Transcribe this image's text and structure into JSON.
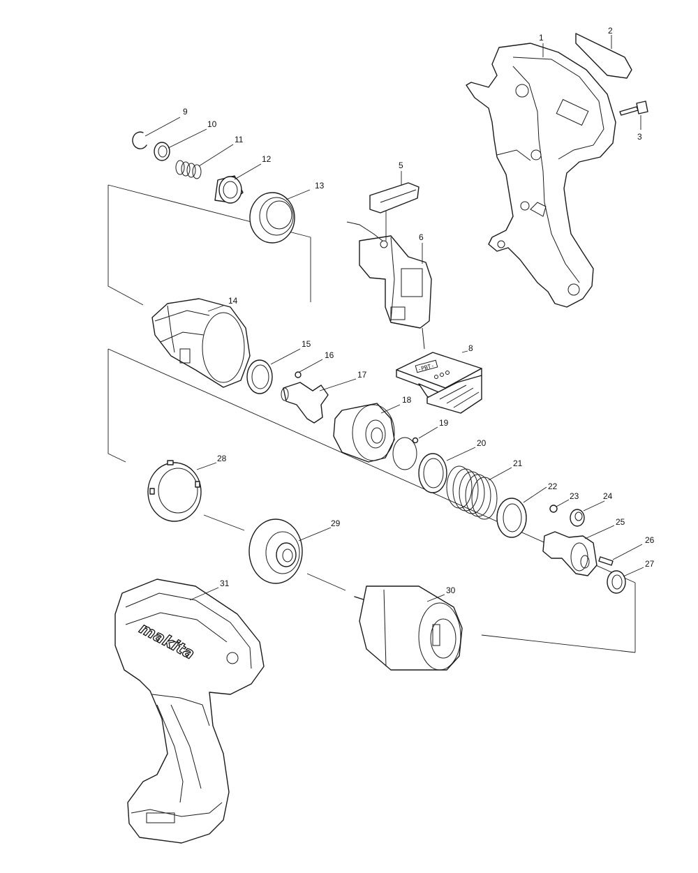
{
  "diagram": {
    "brand_text": "makita",
    "lcd_text": "-PBT-",
    "callouts": [
      "1",
      "2",
      "3",
      "5",
      "6",
      "8",
      "9",
      "10",
      "11",
      "12",
      "13",
      "14",
      "15",
      "16",
      "17",
      "18",
      "19",
      "20",
      "21",
      "22",
      "23",
      "24",
      "25",
      "26",
      "27",
      "28",
      "29",
      "30",
      "31"
    ]
  }
}
